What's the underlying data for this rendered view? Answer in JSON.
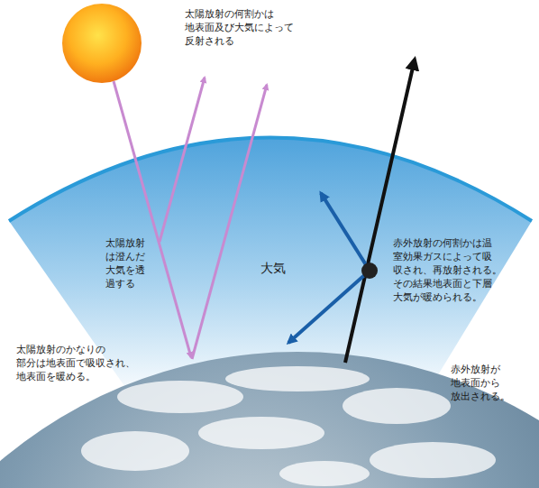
{
  "diagram": {
    "labels": [
      "太陽放射の何割かは 地表面及び大気によって 反射される",
      "太陽放射 は澄んだ 大気を透 過する",
      "大気",
      "赤外放射の何割かは温 室効果ガスによって吸 収され、再放射される。 その結果地表面と下層 大気が暖められる。",
      "太陽放射のかなりの 部分は地表面で吸収され、 地表面を暖める。",
      "赤外放射が 地表面から 放出される。"
    ]
  }
}
